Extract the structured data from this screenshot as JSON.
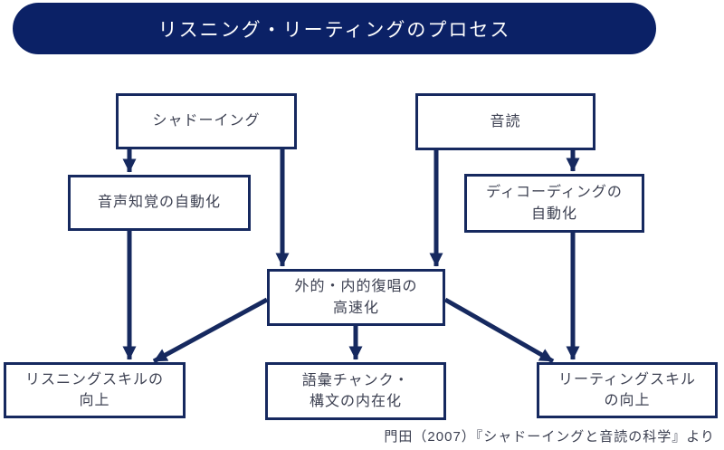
{
  "title": "リスニング・リーティングのプロセス",
  "caption": "門田（2007）『シャドーイングと音読の科学』より",
  "colors": {
    "navy_border_arrow": "#16295f",
    "navy_banner_fill": "#0b2166",
    "text": "#3d4152",
    "background": "#ffffff",
    "banner_text": "#ffffff"
  },
  "nodes": {
    "shadowing": "シャドーイング",
    "oral_reading": "音読",
    "speech_perception": "音声知覚の自動化",
    "decoding": "ディコーディングの\n自動化",
    "rehearsal": "外的・内的復唱の\n高速化",
    "listening_skill": "リスニングスキルの\n向上",
    "chunk": "語彙チャンク・\n構文の内在化",
    "reading_skill": "リーティングスキル\nの向上"
  },
  "edges": [
    {
      "from": "shadowing",
      "to": "speech_perception"
    },
    {
      "from": "shadowing",
      "to": "rehearsal"
    },
    {
      "from": "oral_reading",
      "to": "rehearsal"
    },
    {
      "from": "oral_reading",
      "to": "decoding"
    },
    {
      "from": "speech_perception",
      "to": "listening_skill"
    },
    {
      "from": "decoding",
      "to": "reading_skill"
    },
    {
      "from": "rehearsal",
      "to": "listening_skill"
    },
    {
      "from": "rehearsal",
      "to": "chunk"
    },
    {
      "from": "rehearsal",
      "to": "reading_skill"
    }
  ]
}
